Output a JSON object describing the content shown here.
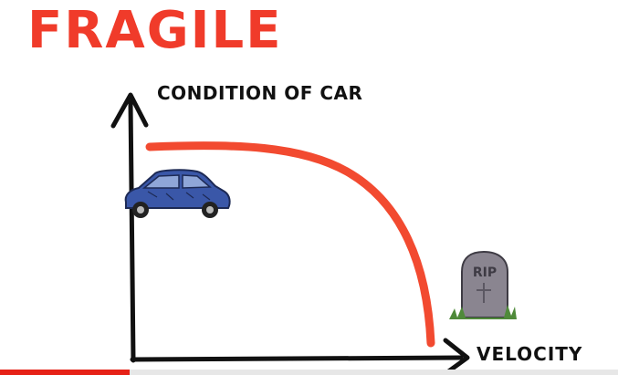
{
  "title": "FRAGILE",
  "axes": {
    "y_label": "CONDITION OF CAR",
    "x_label": "VELOCITY"
  },
  "gravestone": {
    "text": "RIP"
  },
  "colors": {
    "title": "#f03b2a",
    "curve": "#f24a30",
    "axis": "#111111",
    "car_body": "#3a57a8",
    "stone": "#8a8590",
    "grass": "#4f8a3a",
    "progress": "#e62117"
  },
  "icons": {
    "car": "car-icon",
    "gravestone": "gravestone-icon"
  },
  "video_progress": 0.21
}
